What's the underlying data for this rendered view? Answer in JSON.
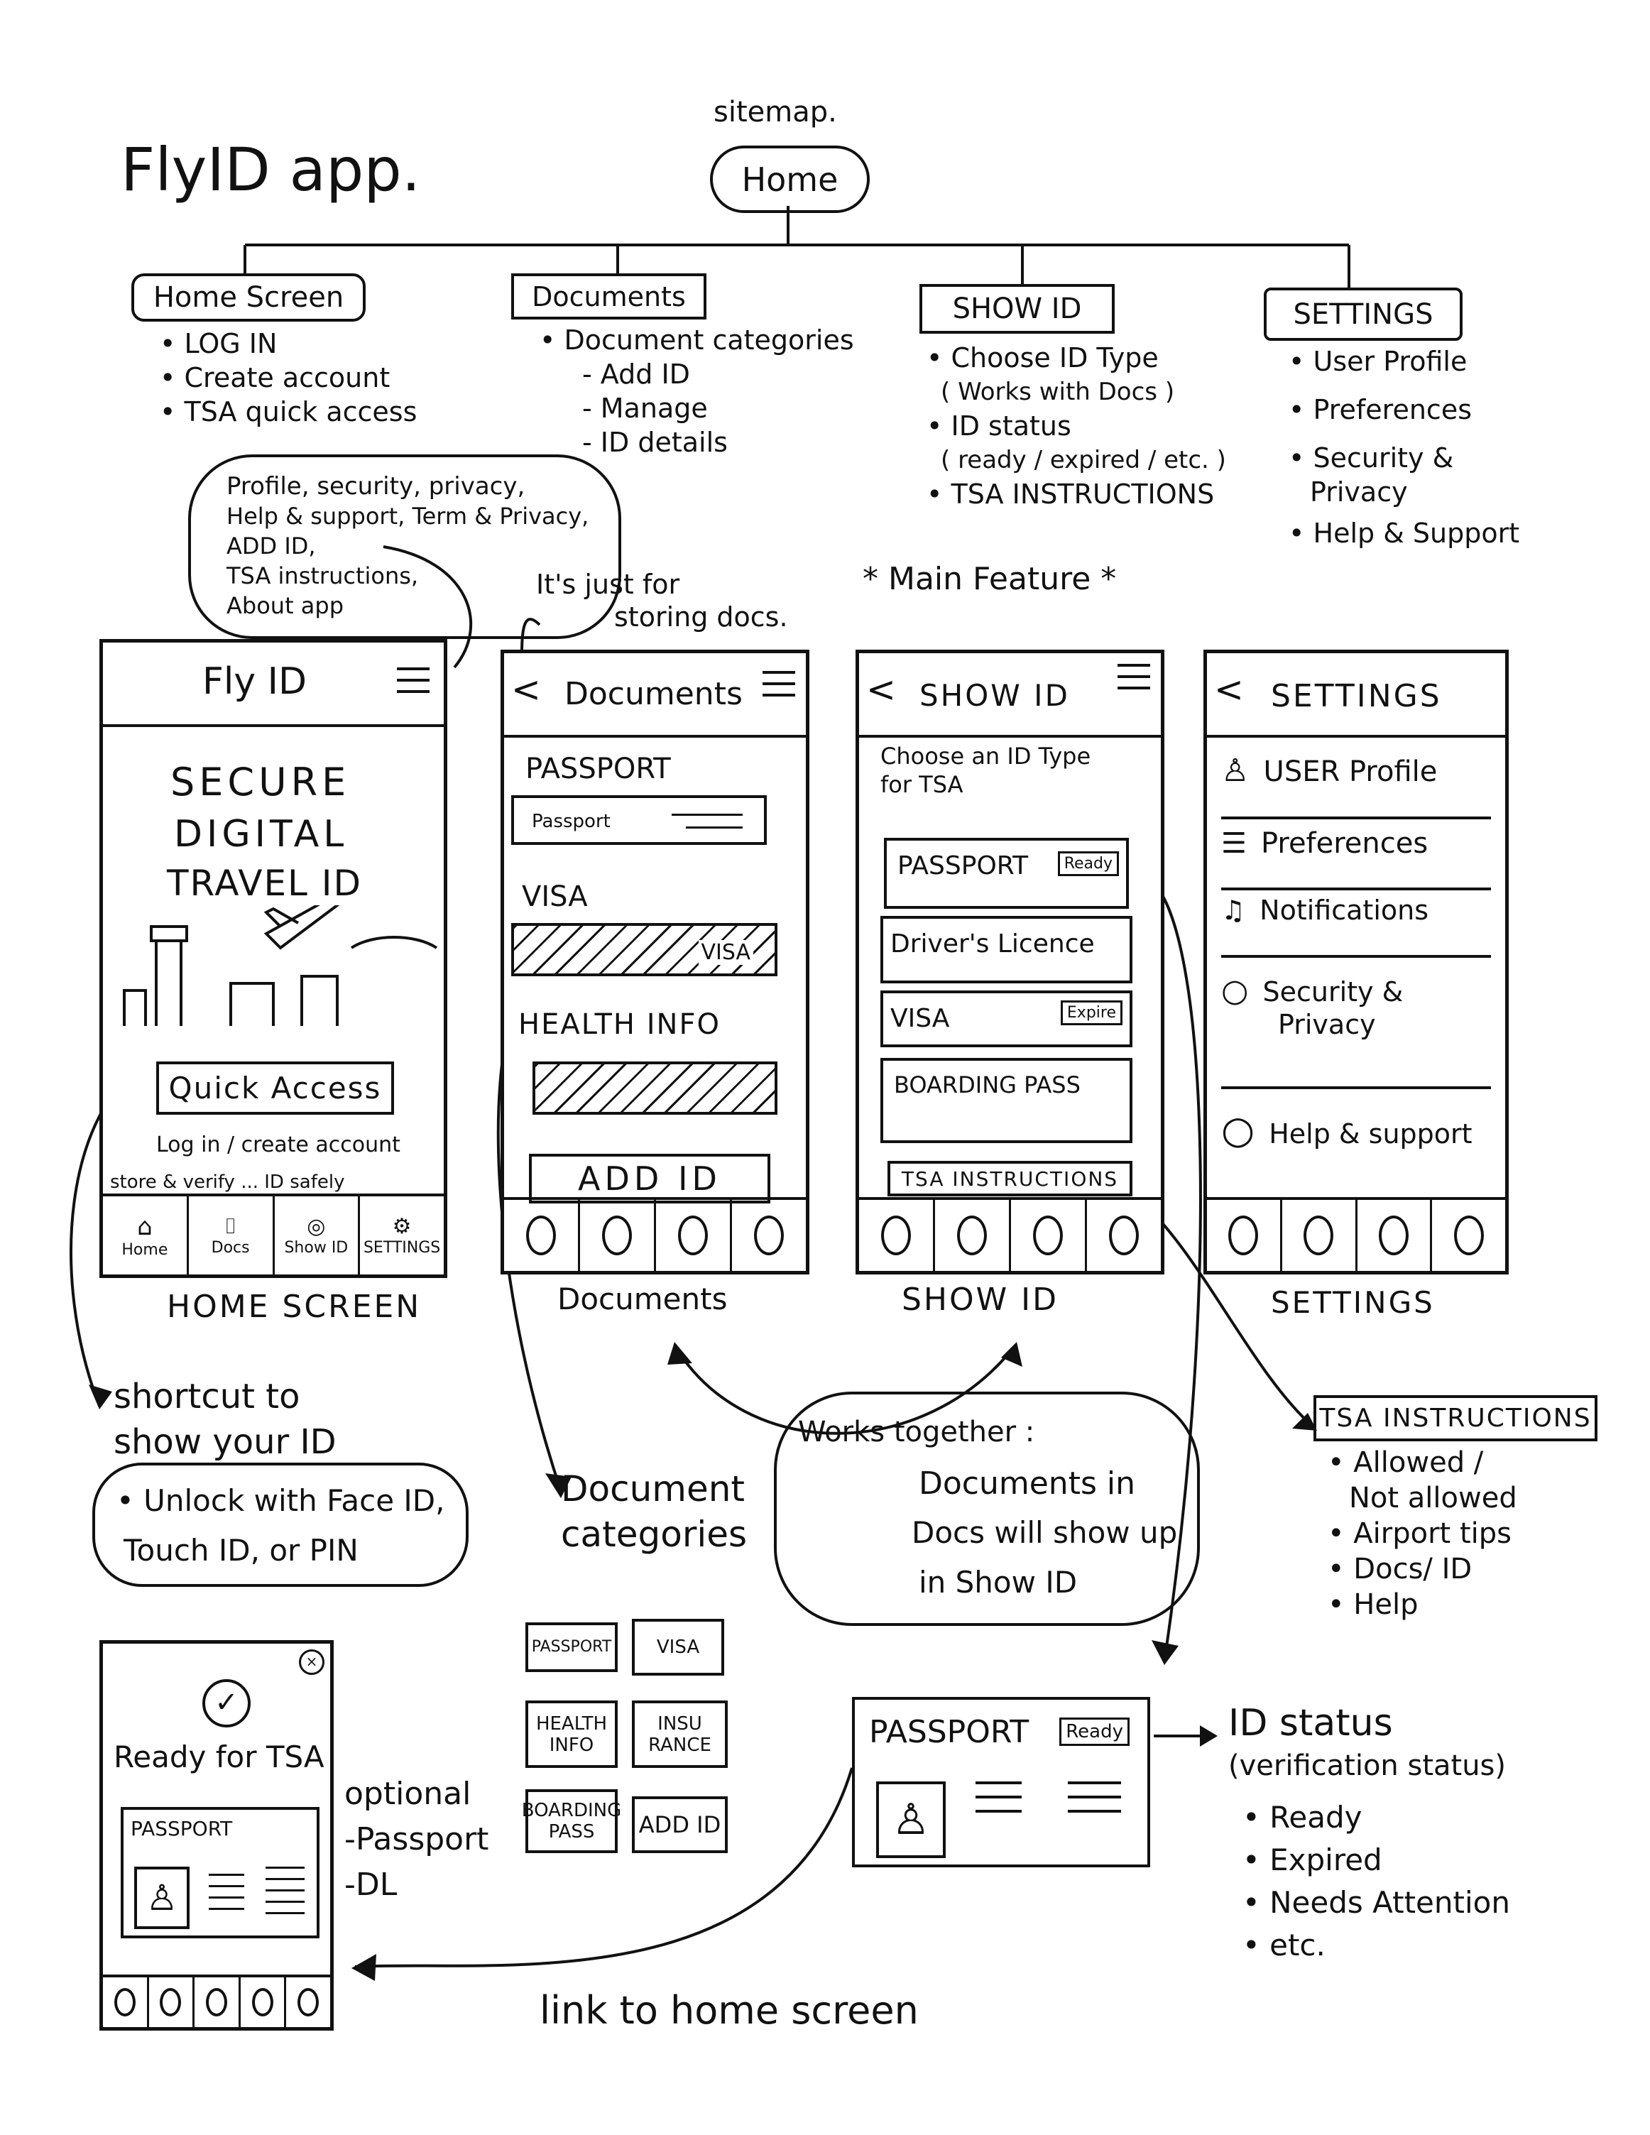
{
  "title": "FlyID app.",
  "sitemap_label": "sitemap.",
  "home_node": "Home",
  "sections": [
    {
      "label": "Home Screen",
      "items": [
        "LOG IN",
        "Create account",
        "TSA quick access"
      ]
    },
    {
      "label": "Documents",
      "items": [
        "Document categories",
        "- Add ID",
        "- Manage",
        "- ID details"
      ]
    },
    {
      "label": "SHOW ID",
      "items": [
        "Choose ID Type",
        "( Works with Docs )",
        "ID status",
        "( ready / expired / etc. )",
        "TSA INSTRUCTIONS"
      ]
    },
    {
      "label": "SETTINGS",
      "items": [
        "User Profile",
        "Preferences",
        "Security &",
        "Privacy",
        "Help & Support"
      ]
    }
  ],
  "menu_cloud": [
    "Profile, security, privacy,",
    "Help & support, Term & Privacy,",
    "ADD ID,",
    "TSA instructions,",
    "About app"
  ],
  "docs_note": [
    "It's just for",
    "storing docs."
  ],
  "main_feature": "* Main Feature *",
  "home_screen": {
    "app_name": "Fly ID",
    "headline": [
      "SECURE",
      "DIGITAL",
      "TRAVEL ID"
    ],
    "quick_access": "Quick Access",
    "login_link": "Log in / create account",
    "tagline": "store & verify ... ID safely",
    "nav": [
      "Home",
      "Docs",
      "Show ID",
      "SETTINGS"
    ],
    "caption": "HOME SCREEN"
  },
  "documents_screen": {
    "header": "Documents",
    "sections": [
      "PASSPORT",
      "VISA",
      "HEALTH INFO"
    ],
    "passport_card": "Passport",
    "visa_card": "VISA",
    "add_button": "ADD ID",
    "caption": "Documents"
  },
  "show_id_screen": {
    "header": "SHOW ID",
    "prompt": [
      "Choose an ID Type",
      "for TSA"
    ],
    "cards": [
      {
        "label": "PASSPORT",
        "badge": "Ready"
      },
      {
        "label": "Driver's Licence",
        "badge": ""
      },
      {
        "label": "VISA",
        "badge": "Expire"
      },
      {
        "label": "BOARDING PASS",
        "badge": ""
      }
    ],
    "tsa_button": "TSA INSTRUCTIONS",
    "caption": "SHOW ID"
  },
  "settings_screen": {
    "header": "SETTINGS",
    "items": [
      "USER Profile",
      "Preferences",
      "Notifications",
      "Security &",
      "Privacy",
      "Help & support"
    ],
    "caption": "SETTINGS"
  },
  "shortcut_note": [
    "shortcut to",
    "show your ID"
  ],
  "unlock_cloud": [
    "• Unlock with Face ID,",
    "Touch ID, or PIN"
  ],
  "doc_categories": {
    "label": [
      "Document",
      "categories"
    ],
    "tiles": [
      "PASSPORT",
      "VISA",
      "HEALTH INFO",
      "INSU RANCE",
      "BOARDING PASS",
      "ADD ID"
    ]
  },
  "works_together": [
    "Works together :",
    "Documents in",
    "Docs will show up",
    "in Show ID"
  ],
  "tsa_instructions": {
    "label": "TSA INSTRUCTIONS",
    "items": [
      "• Allowed /",
      "Not allowed",
      "• Airport tips",
      "• Docs/ ID",
      "• Help"
    ]
  },
  "ready_screen": {
    "title": "Ready for TSA",
    "card_label": "PASSPORT",
    "optional": [
      "optional",
      "-Passport",
      "-DL"
    ]
  },
  "passport_detail": {
    "label": "PASSPORT",
    "badge": "Ready"
  },
  "id_status": {
    "label": [
      "ID status",
      "(verification status)"
    ],
    "items": [
      "• Ready",
      "• Expired",
      "• Needs Attention",
      "• etc."
    ]
  },
  "link_note": "link to home screen"
}
